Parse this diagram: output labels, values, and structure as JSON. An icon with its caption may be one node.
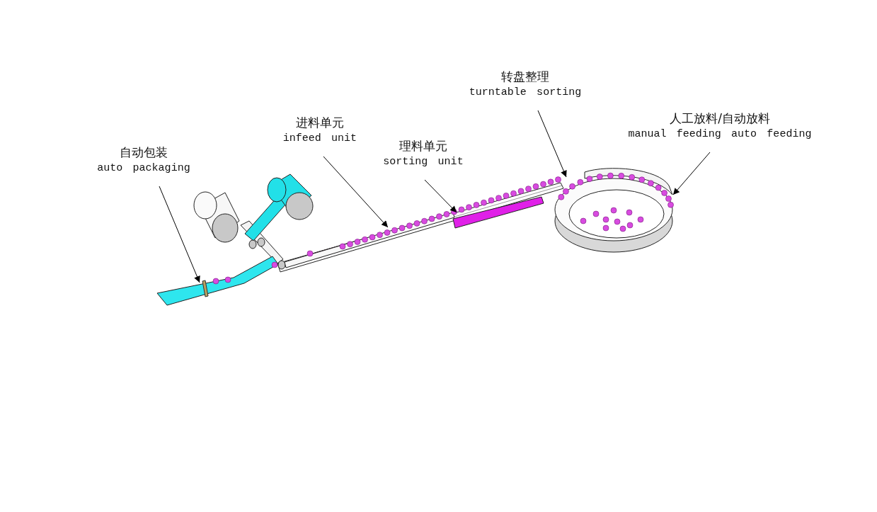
{
  "diagram": {
    "nodes": [
      {
        "text": [
          "自动包装",
          "auto packaging"
        ]
      },
      {
        "text": [
          "进料单元",
          "infeed unit"
        ]
      },
      {
        "text": [
          "理料单元",
          "sorting unit"
        ]
      },
      {
        "text": [
          "转盘整理",
          "turntable sorting"
        ]
      },
      {
        "text": [
          "人工放料/自动放料",
          "manual feeding auto feeding"
        ]
      },
      {
        "text": [],
        "shape": "bar"
      },
      {
        "text": [],
        "shape": "bar"
      },
      {
        "text": [],
        "shape": "bar"
      },
      {
        "text": [],
        "shape": "circle"
      }
    ],
    "edges": [
      {
        "from": 0,
        "to": 5,
        "arrow": "to"
      },
      {
        "from": 1,
        "to": 6,
        "arrow": "to"
      },
      {
        "from": 2,
        "to": 7,
        "arrow": "to"
      },
      {
        "from": 3,
        "to": 8,
        "arrow": "to"
      },
      {
        "from": 4,
        "to": 8,
        "arrow": "to"
      }
    ]
  }
}
